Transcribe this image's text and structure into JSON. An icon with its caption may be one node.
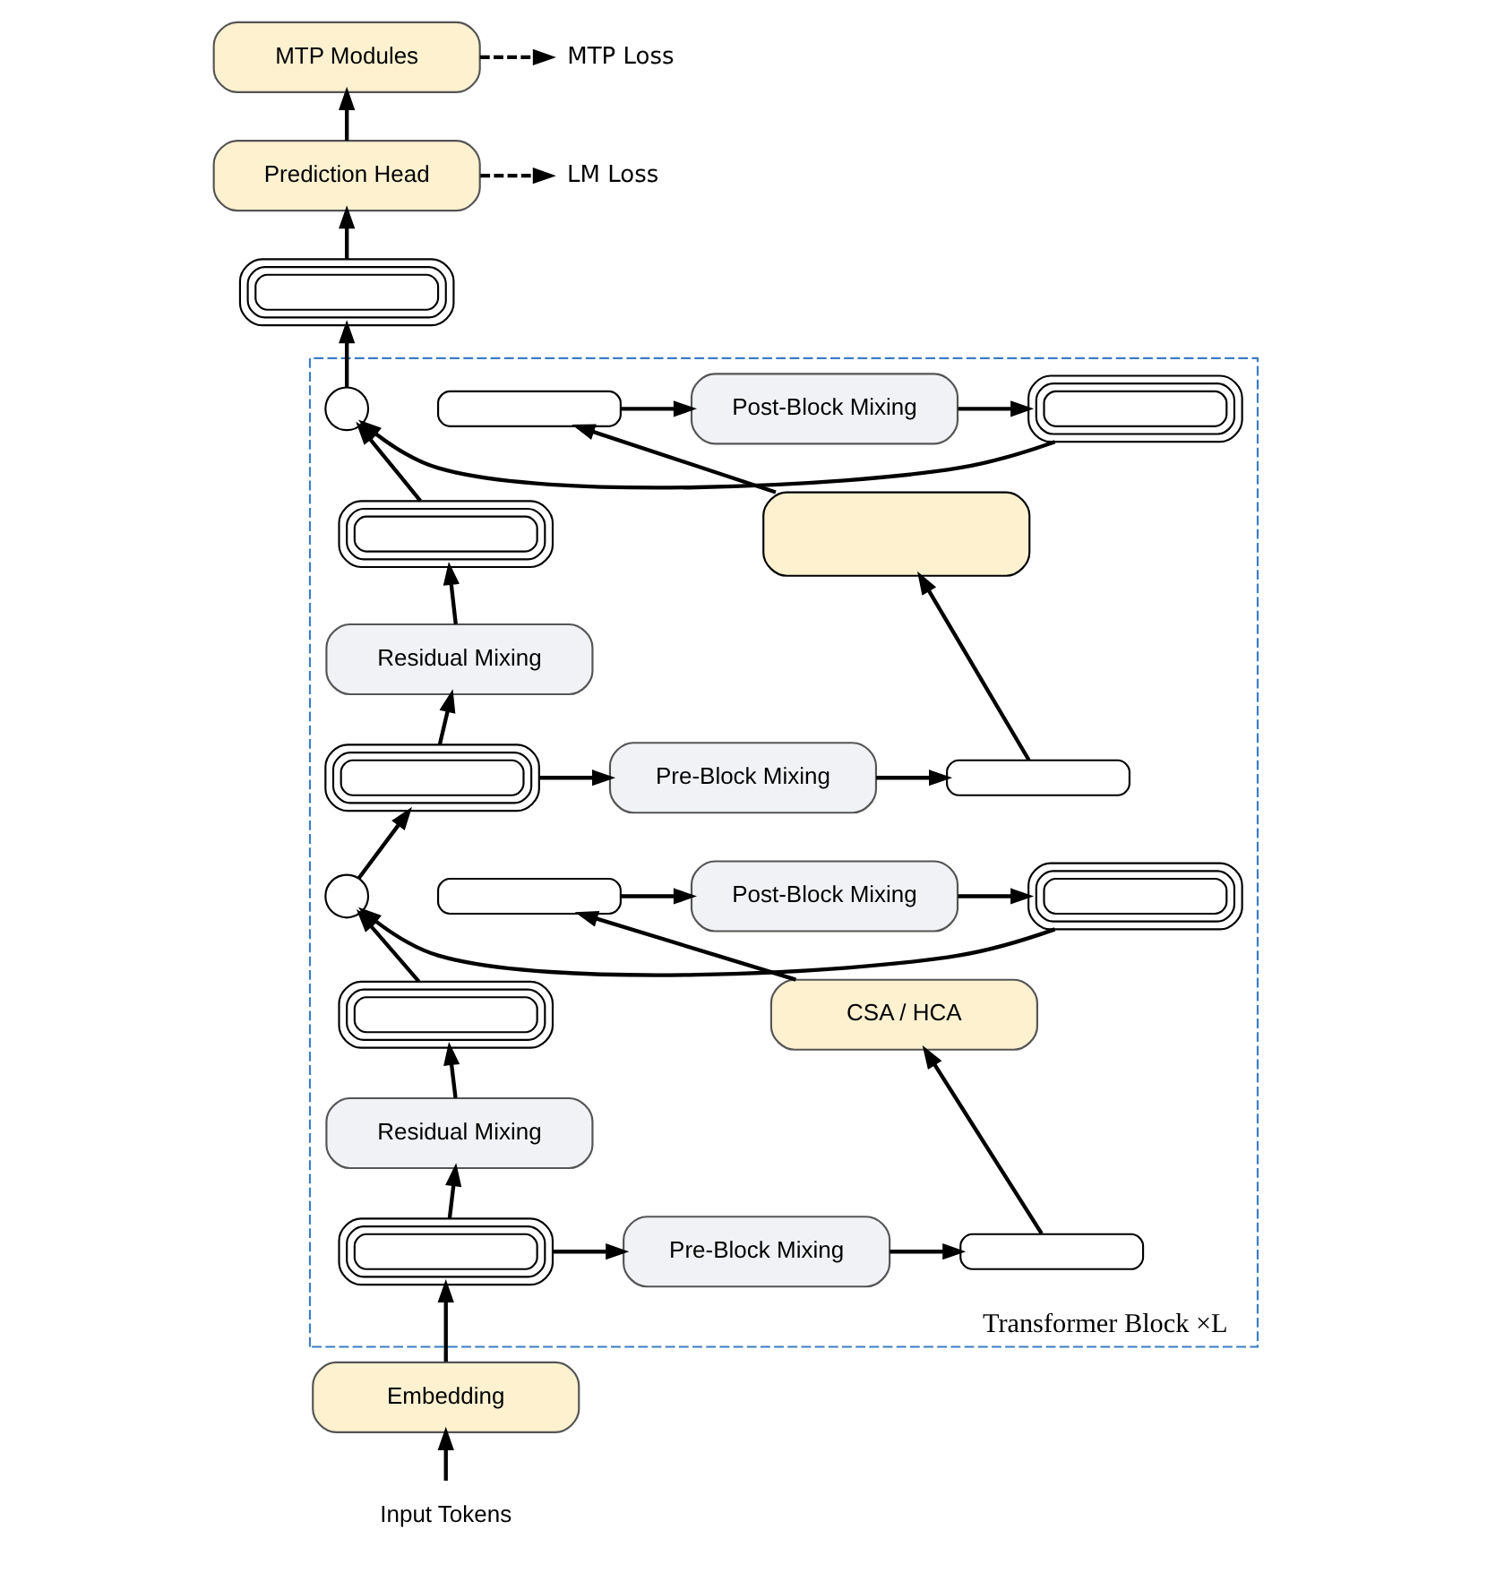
{
  "diagram": {
    "nodes": [
      {
        "text": [
          "MTP Modules"
        ]
      },
      {
        "text": [
          "MTP Loss"
        ]
      },
      {
        "text": [
          "Prediction Head"
        ]
      },
      {
        "text": [
          "LM Loss"
        ]
      },
      {
        "text": [],
        "shape": "stack"
      },
      {
        "text": [
          "Transformer Block ×L"
        ]
      },
      {
        "text": [],
        "shape": "circle",
        "in": 5
      },
      {
        "text": [],
        "shape": "stack",
        "in": 5
      },
      {
        "text": [
          "Post-Block Mixing"
        ],
        "in": 5
      },
      {
        "text": [],
        "shape": "bar",
        "in": 5
      },
      {
        "text": [],
        "shape": "box",
        "in": 5
      },
      {
        "text": [],
        "shape": "stack",
        "in": 5
      },
      {
        "text": [
          "Residual Mixing"
        ],
        "in": 5
      },
      {
        "text": [],
        "shape": "stack",
        "in": 5
      },
      {
        "text": [
          "Pre-Block Mixing"
        ],
        "in": 5
      },
      {
        "text": [],
        "shape": "bar",
        "in": 5
      },
      {
        "text": [],
        "shape": "circle",
        "in": 5
      },
      {
        "text": [],
        "shape": "stack",
        "in": 5
      },
      {
        "text": [
          "Post-Block Mixing"
        ],
        "in": 5
      },
      {
        "text": [],
        "shape": "bar",
        "in": 5
      },
      {
        "text": [
          "CSA / HCA"
        ],
        "in": 5
      },
      {
        "text": [],
        "shape": "stack",
        "in": 5
      },
      {
        "text": [
          "Residual Mixing"
        ],
        "in": 5
      },
      {
        "text": [],
        "shape": "stack",
        "in": 5
      },
      {
        "text": [
          "Pre-Block Mixing"
        ],
        "in": 5
      },
      {
        "text": [],
        "shape": "bar",
        "in": 5
      },
      {
        "text": [
          "Embedding"
        ]
      },
      {
        "text": [
          "Input Tokens"
        ]
      }
    ],
    "edges": [
      {
        "from": 27,
        "to": 26,
        "arrow": "to"
      },
      {
        "from": 26,
        "to": 23,
        "arrow": "to"
      },
      {
        "from": 23,
        "to": 22,
        "arrow": "to"
      },
      {
        "from": 22,
        "to": 21,
        "arrow": "to"
      },
      {
        "from": 21,
        "to": 16,
        "arrow": "to"
      },
      {
        "from": 23,
        "to": 24,
        "arrow": "to"
      },
      {
        "from": 24,
        "to": 25,
        "arrow": "to"
      },
      {
        "from": 25,
        "to": 20,
        "arrow": "to"
      },
      {
        "from": 20,
        "to": 19,
        "arrow": "to"
      },
      {
        "from": 19,
        "to": 18,
        "arrow": "to"
      },
      {
        "from": 18,
        "to": 17,
        "arrow": "to"
      },
      {
        "from": 17,
        "to": 16,
        "arrow": "to"
      },
      {
        "from": 16,
        "to": 13,
        "arrow": "to"
      },
      {
        "from": 13,
        "to": 12,
        "arrow": "to"
      },
      {
        "from": 12,
        "to": 11,
        "arrow": "to"
      },
      {
        "from": 11,
        "to": 6,
        "arrow": "to"
      },
      {
        "from": 13,
        "to": 14,
        "arrow": "to"
      },
      {
        "from": 14,
        "to": 15,
        "arrow": "to"
      },
      {
        "from": 15,
        "to": 10,
        "arrow": "to"
      },
      {
        "from": 10,
        "to": 9,
        "arrow": "to"
      },
      {
        "from": 9,
        "to": 8,
        "arrow": "to"
      },
      {
        "from": 8,
        "to": 7,
        "arrow": "to"
      },
      {
        "from": 7,
        "to": 6,
        "arrow": "to"
      },
      {
        "from": 6,
        "to": 4,
        "arrow": "to"
      },
      {
        "from": 4,
        "to": 2,
        "arrow": "to"
      },
      {
        "from": 2,
        "to": 0,
        "arrow": "to"
      },
      {
        "from": 2,
        "to": 3,
        "arrow": "to",
        "style": "dashed"
      },
      {
        "from": 0,
        "to": 1,
        "arrow": "to",
        "style": "dashed"
      }
    ]
  }
}
